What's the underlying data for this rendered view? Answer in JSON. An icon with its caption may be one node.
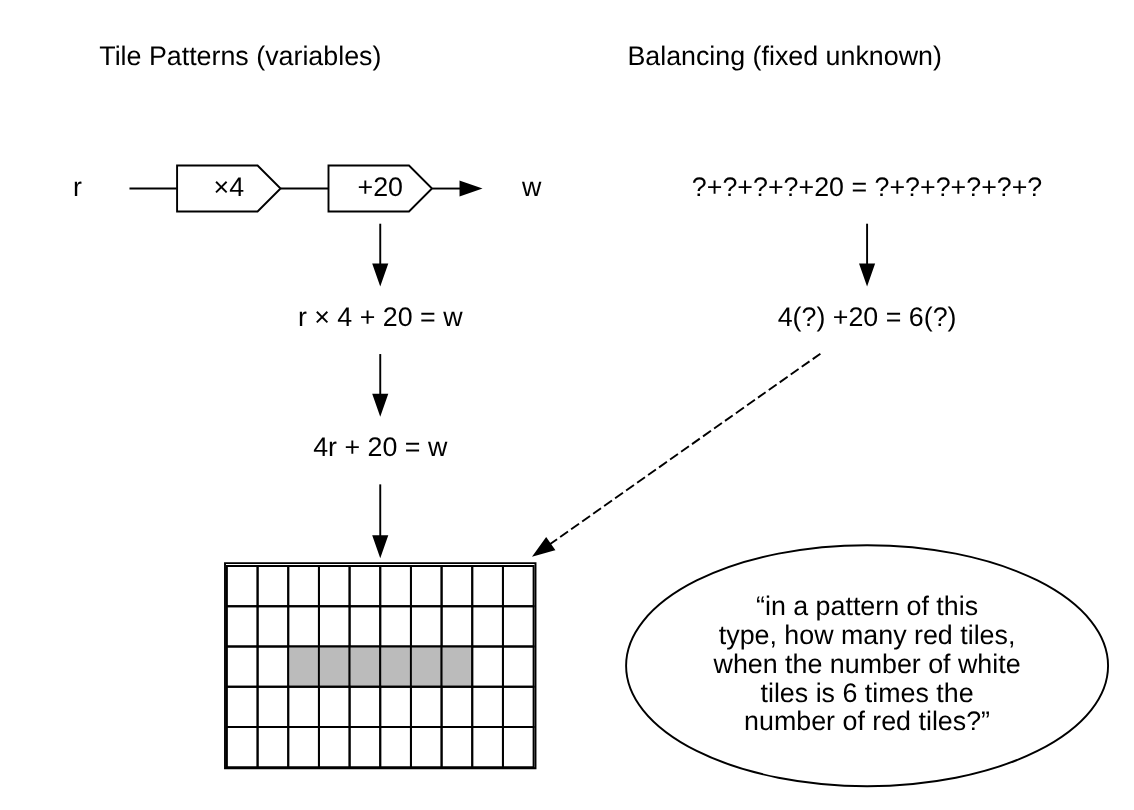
{
  "diagram": {
    "nodes": [
      {
        "text": [
          "r"
        ]
      },
      {
        "text": [
          "×4"
        ]
      },
      {
        "text": [
          "+20"
        ]
      },
      {
        "text": [
          "w"
        ]
      },
      {
        "text": [
          "r × 4 + 20 = w"
        ]
      },
      {
        "text": [
          "4r + 20 = w"
        ]
      },
      {
        "text": [],
        "shape": "picture"
      },
      {
        "text": [
          "?+?+?+?+20 = ?+?+?+?+?+?"
        ]
      },
      {
        "text": [
          "4(?) +20 = 6(?)"
        ]
      },
      {
        "text": [
          "“in a pattern of this type, how many red tiles, when the number of white tiles is 6 times the number of red tiles?”"
        ]
      }
    ],
    "edges": [
      {
        "from": 0,
        "to": 1,
        "arrow": "none"
      },
      {
        "from": 1,
        "to": 2,
        "arrow": "none"
      },
      {
        "from": 2,
        "to": 3,
        "arrow": "to"
      },
      {
        "from": 2,
        "to": 4,
        "arrow": "to"
      },
      {
        "from": 4,
        "to": 5,
        "arrow": "to"
      },
      {
        "from": 5,
        "to": 6,
        "arrow": "to"
      },
      {
        "from": 7,
        "to": 8,
        "arrow": "to"
      },
      {
        "from": 8,
        "to": 6,
        "arrow": "to",
        "style": "dashed"
      }
    ],
    "labels": [
      "Tile Patterns (variables)",
      "Balancing (fixed unknown)"
    ]
  }
}
